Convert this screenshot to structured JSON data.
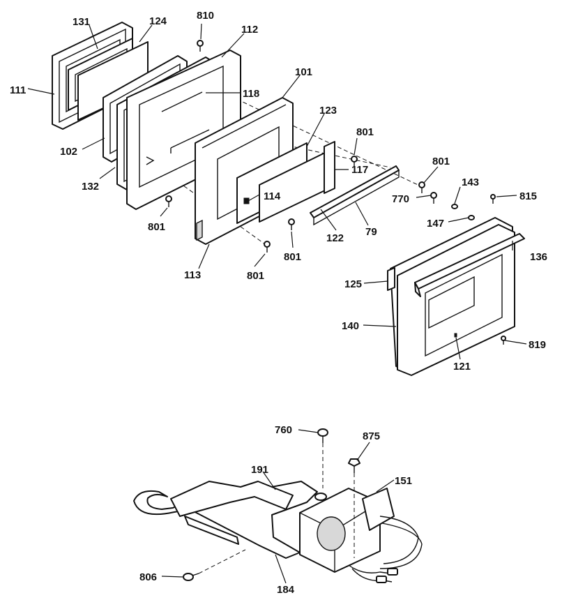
{
  "labels": {
    "p131": "131",
    "p124": "124",
    "p810": "810",
    "p112": "112",
    "p101": "101",
    "p111": "111",
    "p118": "118",
    "p123": "123",
    "p102": "102",
    "p801a": "801",
    "p117": "117",
    "p801b": "801",
    "p132": "132",
    "p114": "114",
    "p143": "143",
    "p815": "815",
    "p770": "770",
    "p801c": "801",
    "p147": "147",
    "p79": "79",
    "p122": "122",
    "p801d": "801",
    "p136": "136",
    "p113": "113",
    "p801e": "801",
    "p125": "125",
    "p140": "140",
    "p819": "819",
    "p121": "121",
    "p760": "760",
    "p875": "875",
    "p191": "191",
    "p151": "151",
    "p806": "806",
    "p184": "184"
  }
}
